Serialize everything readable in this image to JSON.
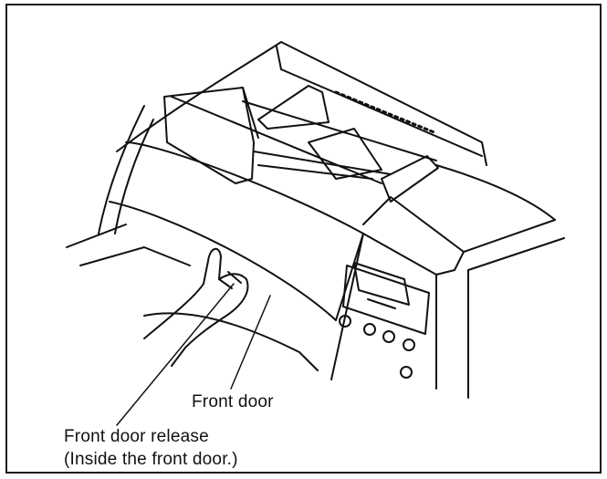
{
  "figure": {
    "callouts": {
      "front_door": "Front door",
      "front_door_release": "Front door release",
      "front_door_release_note": "(Inside the front door.)"
    },
    "colors": {
      "ink": "#111111",
      "paper": "#ffffff"
    }
  }
}
